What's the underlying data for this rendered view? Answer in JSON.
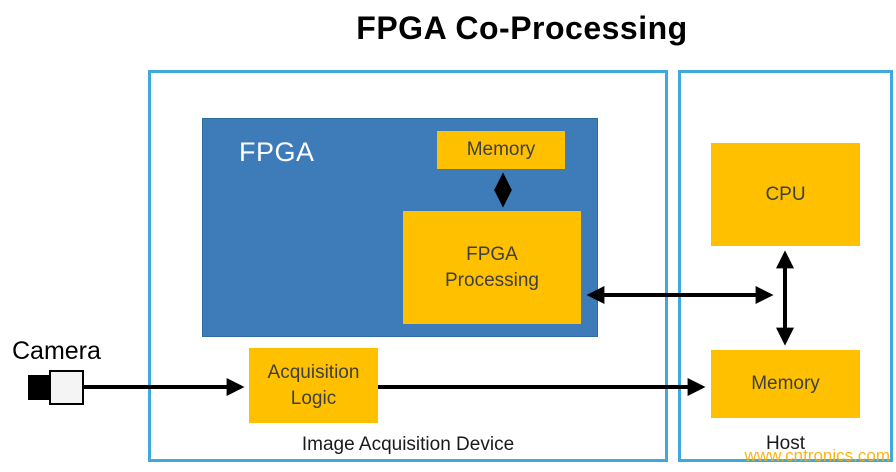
{
  "title": "FPGA Co-Processing",
  "camera": {
    "label": "Camera"
  },
  "iad": {
    "label": "Image Acquisition Device",
    "acquisition_logic": "Acquisition Logic"
  },
  "fpga": {
    "label": "FPGA",
    "memory": "Memory",
    "processing": "FPGA Processing"
  },
  "host": {
    "label": "Host",
    "cpu": "CPU",
    "memory": "Memory"
  },
  "watermark": "www.cntronics.com",
  "colors": {
    "node_fill": "#FFC000",
    "fpga_fill": "#3D7CB9",
    "outer_border": "#3FA9DC",
    "arrow": "#000000",
    "watermark": "#F9AE00"
  }
}
